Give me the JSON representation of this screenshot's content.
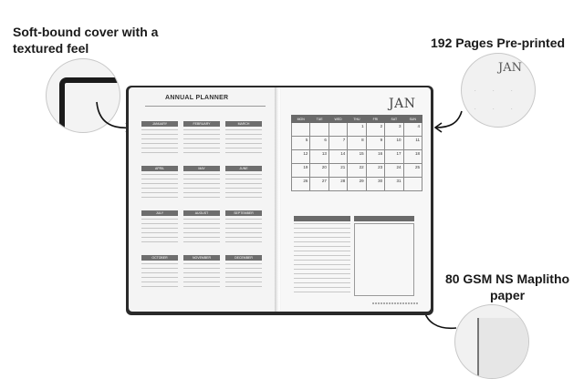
{
  "callouts": {
    "cover": "Soft-bound cover with a textured feel",
    "pages": "192 Pages Pre-printed",
    "paper": "80 GSM NS Maplitho paper"
  },
  "zoom": {
    "jan_label": "JAN"
  },
  "left_page": {
    "title": "ANNUAL PLANNER",
    "months": [
      "JANUARY",
      "FEBRUARY",
      "MARCH",
      "APRIL",
      "MAY",
      "JUNE",
      "JULY",
      "AUGUST",
      "SEPTEMBER",
      "OCTOBER",
      "NOVEMBER",
      "DECEMBER"
    ]
  },
  "right_page": {
    "month_title": "JAN",
    "weekdays": [
      "MON",
      "TUE",
      "WED",
      "THU",
      "FRI",
      "SAT",
      "SUN"
    ],
    "weeks": [
      [
        "",
        "",
        "",
        "1",
        "2",
        "3",
        "4"
      ],
      [
        "5",
        "6",
        "7",
        "8",
        "9",
        "10",
        "11"
      ],
      [
        "12",
        "13",
        "14",
        "15",
        "16",
        "17",
        "18"
      ],
      [
        "19",
        "20",
        "21",
        "22",
        "23",
        "24",
        "25"
      ],
      [
        "26",
        "27",
        "28",
        "29",
        "30",
        "31",
        ""
      ]
    ]
  },
  "colors": {
    "cover": "#2a2a2a",
    "header_gray": "#6a6a6a",
    "text": "#1a1a1a"
  }
}
